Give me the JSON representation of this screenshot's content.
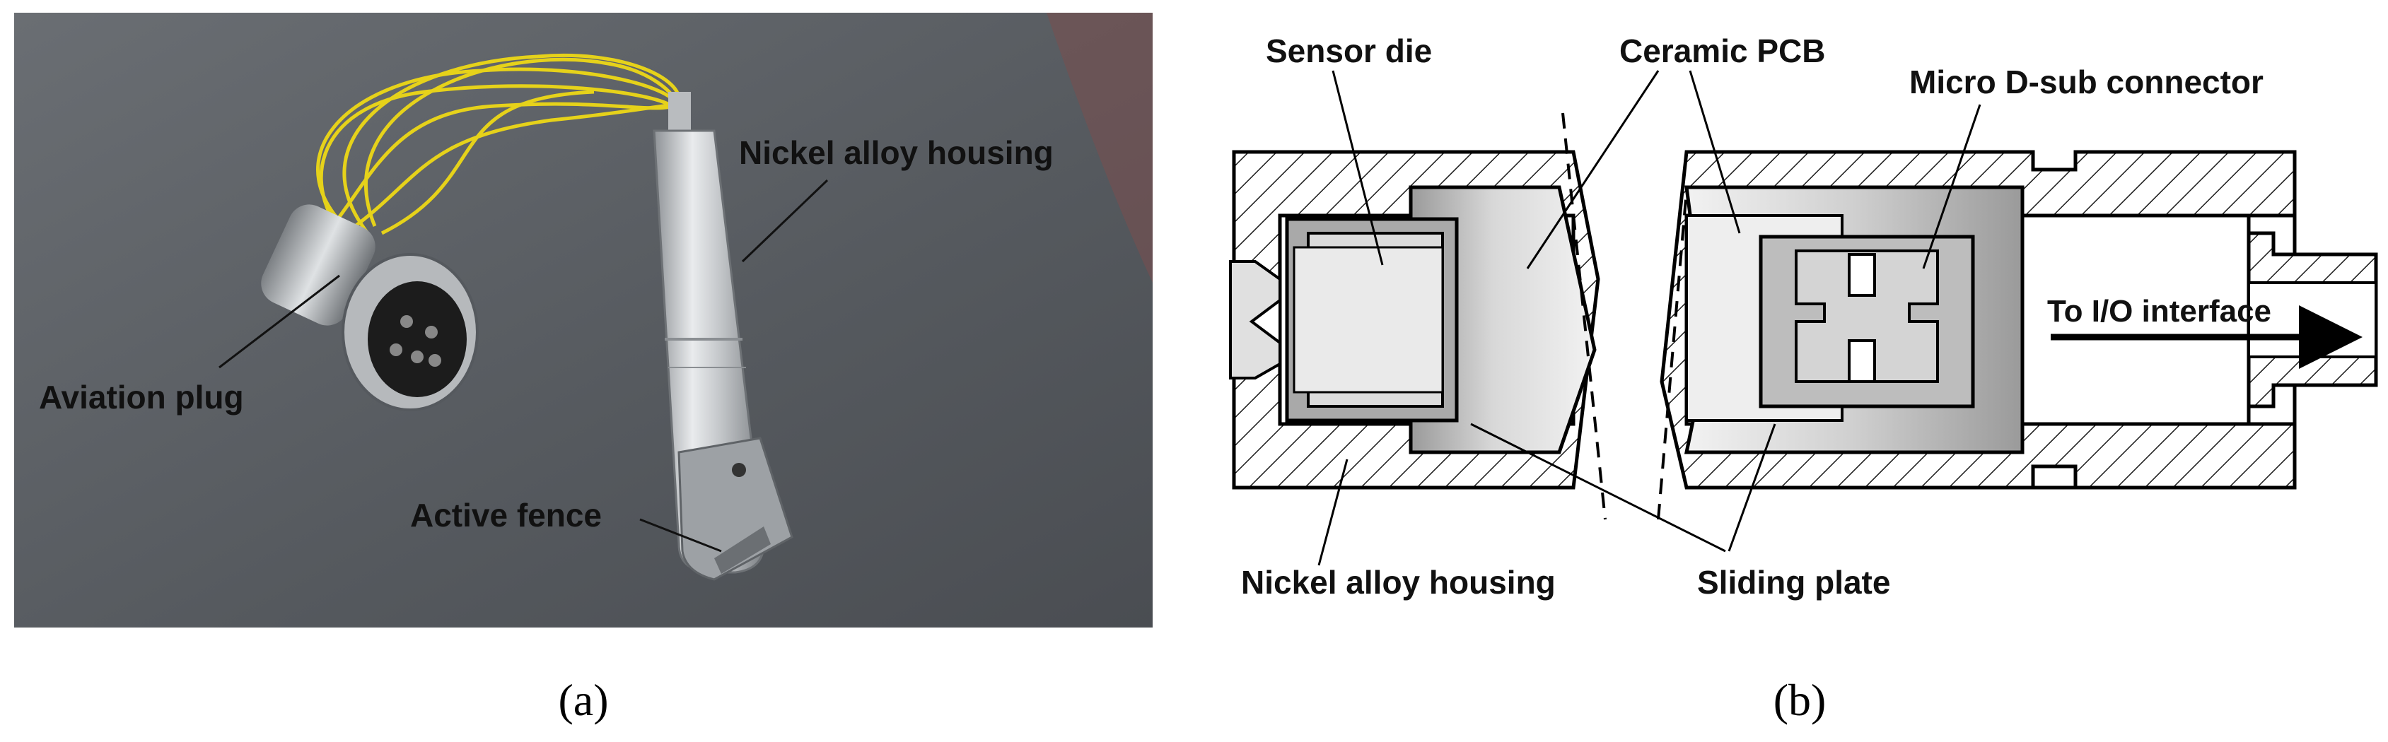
{
  "panel_a": {
    "labels": {
      "nickel_alloy_housing": "Nickel alloy housing",
      "aviation_plug": "Aviation plug",
      "active_fence": "Active fence"
    },
    "caption": "(a)"
  },
  "panel_b": {
    "labels": {
      "sensor_die": "Sensor die",
      "ceramic_pcb": "Ceramic PCB",
      "micro_dsub_connector": "Micro D-sub connector",
      "to_io_interface": "To I/O interface",
      "nickel_alloy_housing": "Nickel alloy housing",
      "sliding_plate": "Sliding plate"
    },
    "caption": "(b)"
  },
  "colors": {
    "photo_background": "#5f6368",
    "cable": "#e6d21a",
    "metal": "#c9ccd0",
    "hatch": "#1a1a1a"
  }
}
